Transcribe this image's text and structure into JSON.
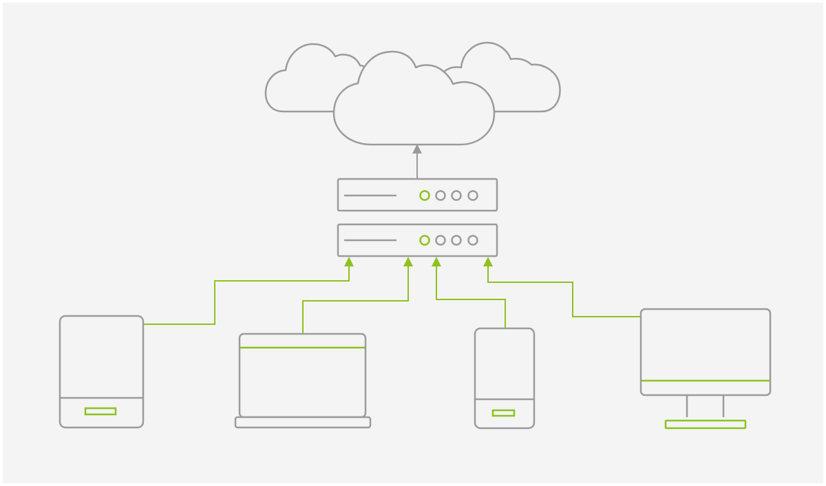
{
  "colors": {
    "background": "#f4f4f4",
    "outline": "#9b9b9b",
    "accent": "#8dc21f"
  },
  "diagram": {
    "nodes": [
      {
        "id": "cloud",
        "icon": "cloud-icon"
      },
      {
        "id": "router-top",
        "icon": "router-icon"
      },
      {
        "id": "router-bottom",
        "icon": "router-icon"
      },
      {
        "id": "tablet",
        "icon": "tablet-icon"
      },
      {
        "id": "laptop",
        "icon": "laptop-icon"
      },
      {
        "id": "phone",
        "icon": "phone-icon"
      },
      {
        "id": "desktop",
        "icon": "desktop-monitor-icon"
      }
    ],
    "edges": [
      {
        "from": "router-top",
        "to": "cloud",
        "style": "gray-arrow"
      },
      {
        "from": "tablet",
        "to": "router-bottom",
        "style": "green-arrow"
      },
      {
        "from": "laptop",
        "to": "router-bottom",
        "style": "green-arrow"
      },
      {
        "from": "phone",
        "to": "router-bottom",
        "style": "green-arrow"
      },
      {
        "from": "desktop",
        "to": "router-bottom",
        "style": "green-arrow"
      }
    ]
  }
}
